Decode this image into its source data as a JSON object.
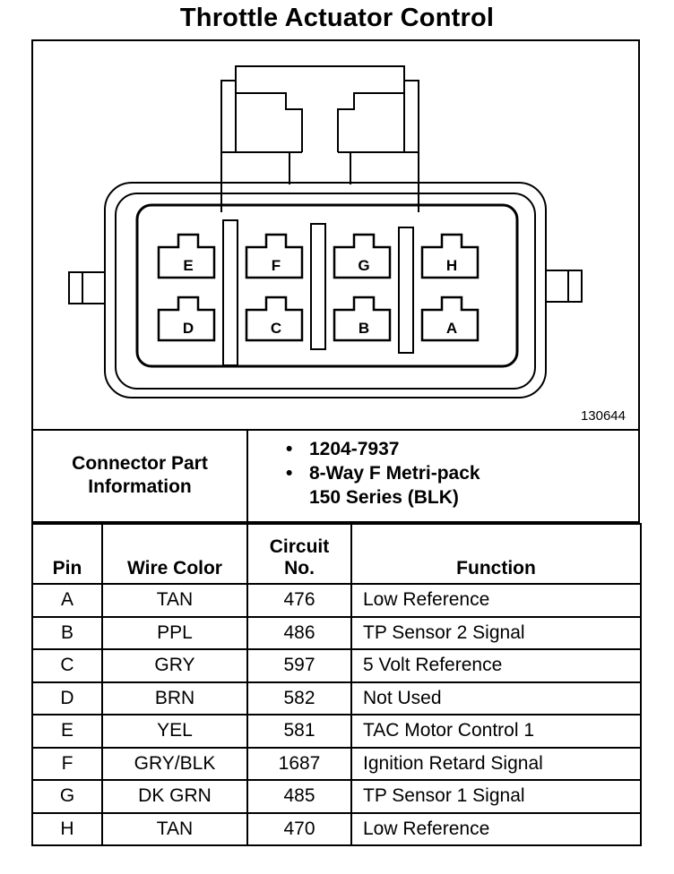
{
  "title": "Throttle Actuator Control",
  "diagram_id": "130644",
  "connector": {
    "pins_top": [
      "E",
      "F",
      "G",
      "H"
    ],
    "pins_bottom": [
      "D",
      "C",
      "B",
      "A"
    ]
  },
  "info": {
    "label": "Connector Part\nInformation",
    "items": [
      "1204-7937",
      "8-Way F Metri-pack\n150 Series (BLK)"
    ]
  },
  "table": {
    "headers": {
      "pin": "Pin",
      "wire_color": "Wire Color",
      "circuit": "Circuit\nNo.",
      "function": "Function"
    },
    "rows": [
      {
        "pin": "A",
        "color": "TAN",
        "circuit": "476",
        "function": "Low Reference"
      },
      {
        "pin": "B",
        "color": "PPL",
        "circuit": "486",
        "function": "TP Sensor 2 Signal"
      },
      {
        "pin": "C",
        "color": "GRY",
        "circuit": "597",
        "function": "5 Volt Reference"
      },
      {
        "pin": "D",
        "color": "BRN",
        "circuit": "582",
        "function": "Not Used"
      },
      {
        "pin": "E",
        "color": "YEL",
        "circuit": "581",
        "function": "TAC Motor Control 1"
      },
      {
        "pin": "F",
        "color": "GRY/BLK",
        "circuit": "1687",
        "function": "Ignition Retard Signal"
      },
      {
        "pin": "G",
        "color": "DK GRN",
        "circuit": "485",
        "function": "TP Sensor 1 Signal"
      },
      {
        "pin": "H",
        "color": "TAN",
        "circuit": "470",
        "function": "Low Reference"
      }
    ]
  }
}
